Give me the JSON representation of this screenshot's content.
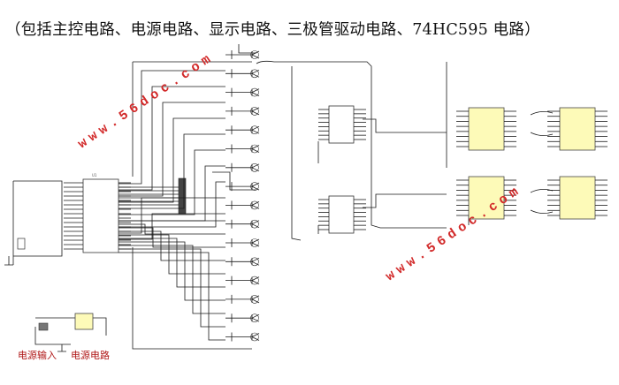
{
  "title": "（包括主控电路、电源电路、显示电路、三极管驱动电路、74HC595 电路）",
  "labels": {
    "power_input": "电源输入",
    "power_circuit": "电源电路"
  },
  "watermark": "www.56doc.com",
  "colors": {
    "watermark": "#d22a2a",
    "display_chip": "#fdfab8",
    "wire": "#1a1a1a"
  }
}
